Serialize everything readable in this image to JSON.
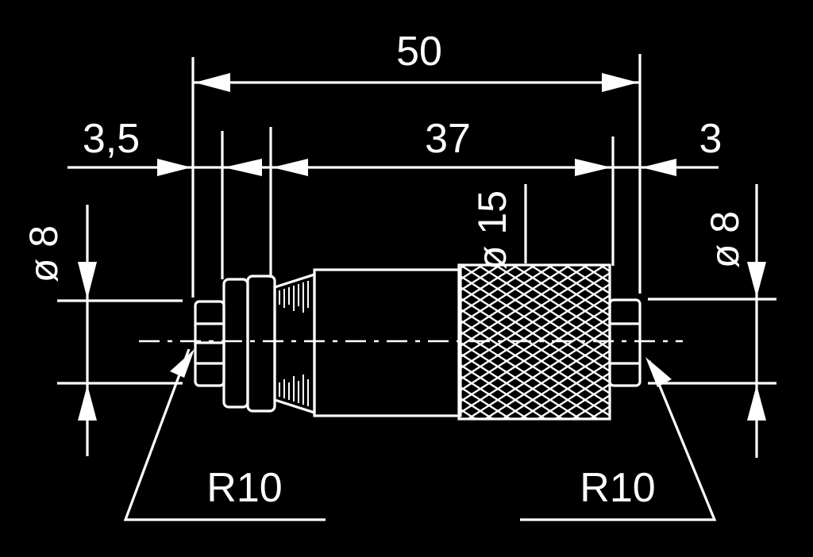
{
  "drawing": {
    "colors": {
      "background": "#000000",
      "lines": "#ffffff"
    },
    "dimensions": {
      "overall_length": "50",
      "left_collar": "3,5",
      "body_length": "37",
      "right_collar": "3",
      "diameter_15": "ø 15",
      "diameter_left": "ø 8",
      "diameter_right": "ø 8"
    },
    "radius_labels": {
      "left": "R10",
      "right": "R10"
    }
  }
}
